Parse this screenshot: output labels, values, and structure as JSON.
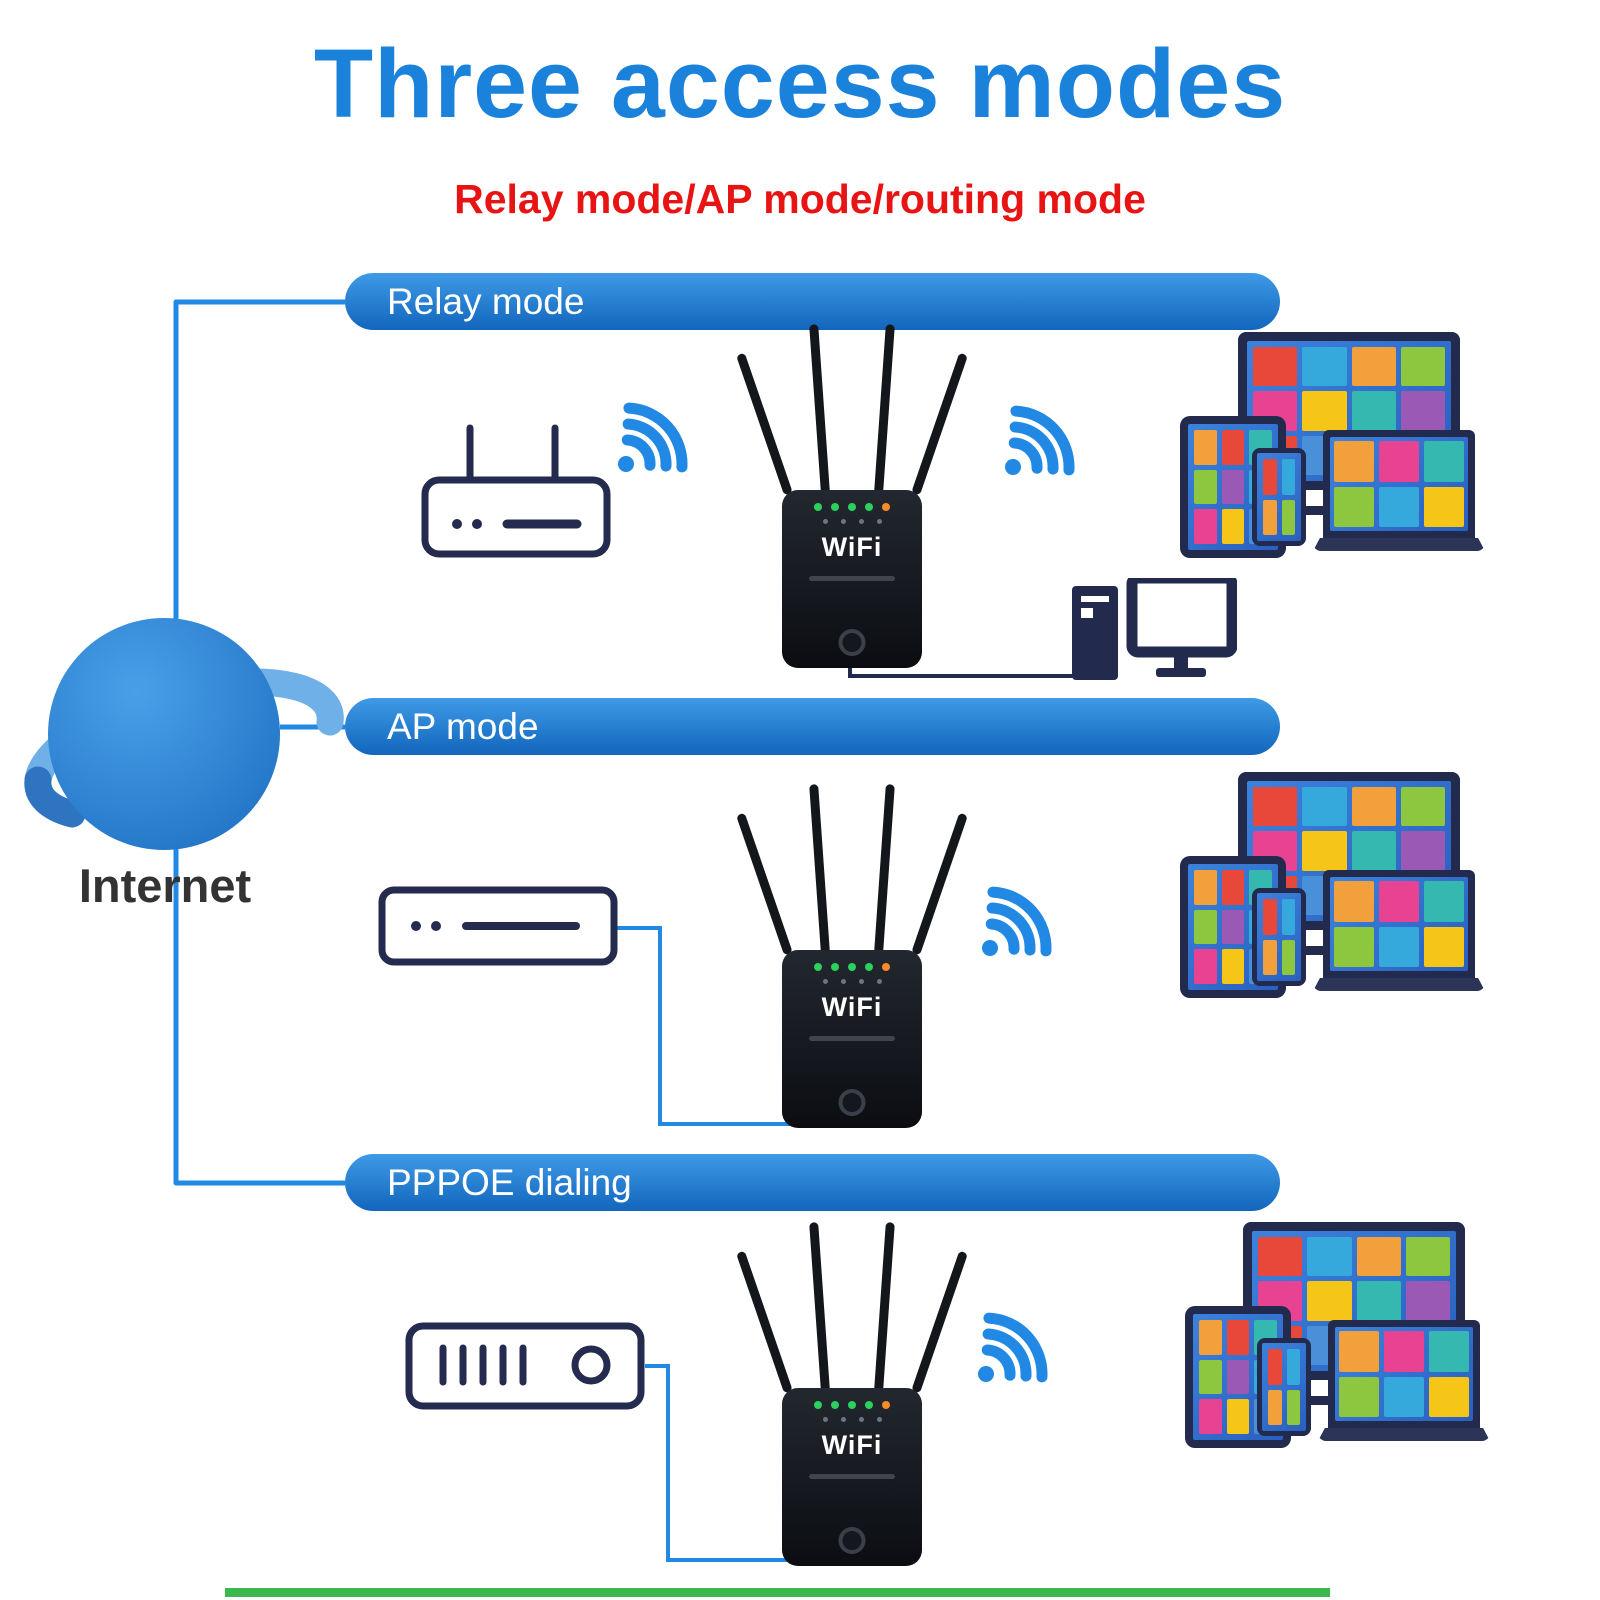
{
  "title": "Three access modes",
  "subtitle": "Relay mode/AP mode/routing mode",
  "internet": {
    "label": "Internet"
  },
  "sections": [
    {
      "label": "Relay mode"
    },
    {
      "label": "AP mode"
    },
    {
      "label": "PPPOE dialing"
    }
  ],
  "repeater": {
    "label": "WiFi",
    "leds": [
      "#2ad15c",
      "#2ad15c",
      "#2ad15c",
      "#2ad15c",
      "#ff8a2a"
    ]
  },
  "cluster": {
    "monitor_tiles": [
      "#e8483a",
      "#35a8dc",
      "#f2a03c",
      "#8dc63f",
      "#e84393",
      "#f5c518",
      "#35b8b0",
      "#9b59b6",
      "#e8483a",
      "#4a90d9",
      "#f2a03c",
      "#8dc63f"
    ],
    "tablet_tiles": [
      "#f2a03c",
      "#e8483a",
      "#35b8b0",
      "#8dc63f",
      "#9b59b6",
      "#35a8dc",
      "#e84393",
      "#f5c518",
      "#4a90d9"
    ],
    "phone_tiles": [
      "#e8483a",
      "#35a8dc",
      "#f2a03c",
      "#8dc63f"
    ],
    "laptop_tiles": [
      "#f2a03c",
      "#e84393",
      "#35b8b0",
      "#8dc63f",
      "#35a8dc",
      "#f5c518"
    ]
  },
  "colors": {
    "title_blue": "#1b82dc",
    "subtitle_red": "#e81414",
    "accent_blue": "#2189e4",
    "pill_top": "#3f9ae6",
    "pill_bottom": "#1266bd",
    "device_navy": "#222a4e",
    "screen_blue": "#2e6fd4",
    "green_strip": "#3bb84d"
  }
}
